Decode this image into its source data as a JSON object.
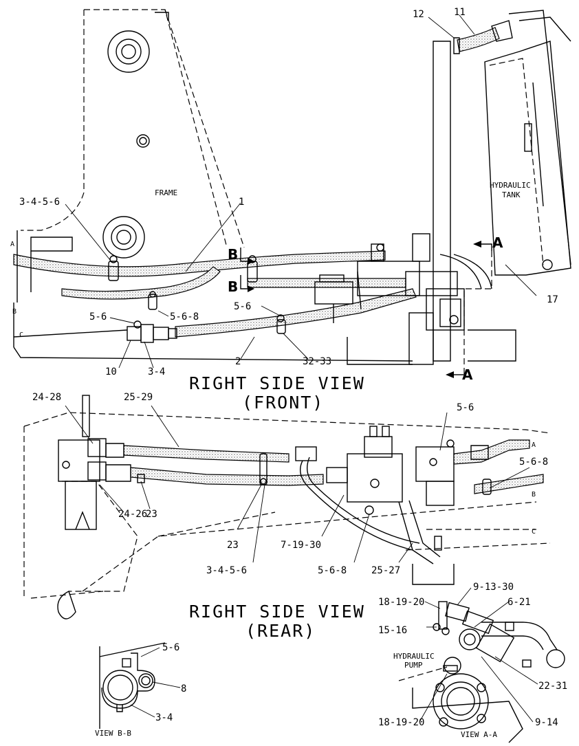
{
  "titles": {
    "front": "RIGHT SIDE VIEW",
    "front_sub": "(FRONT)",
    "rear": "RIGHT SIDE VIEW",
    "rear_sub": "(REAR)",
    "view_bb": "VIEW B-B",
    "view_aa": "VIEW A-A"
  },
  "components": {
    "frame": "FRAME",
    "hydraulic_tank_1": "HYDRAULIC",
    "hydraulic_tank_2": "TANK",
    "hydraulic_pump_1": "HYDRAULIC",
    "hydraulic_pump_2": "PUMP"
  },
  "section_markers": {
    "a": "A",
    "b": "B",
    "c": "C"
  },
  "callouts_front": {
    "c12": "12",
    "c11": "11",
    "c3456": "3-4-5-6",
    "c1": "1",
    "c56a": "5-6",
    "c568": "5-6-8",
    "c56b": "5-6",
    "c10": "10",
    "c34": "3-4",
    "c2": "2",
    "c3233": "32-33",
    "c17": "17"
  },
  "callouts_rear": {
    "c2428": "24-28",
    "c2529": "25-29",
    "c56": "5-6",
    "c568a": "5-6-8",
    "c23a": "23",
    "c2426": "24-26",
    "c23b": "23",
    "c3456": "3-4-5-6",
    "c71930": "7-19-30",
    "c568b": "5-6-8",
    "c2527": "25-27"
  },
  "callouts_bb": {
    "c56": "5-6",
    "c8": "8",
    "c34": "3-4"
  },
  "callouts_aa": {
    "c181920a": "18-19-20",
    "c91330": "9-13-30",
    "c621": "6-21",
    "c1516": "15-16",
    "c2231": "22-31",
    "c181920b": "18-19-20",
    "c914": "9-14"
  }
}
